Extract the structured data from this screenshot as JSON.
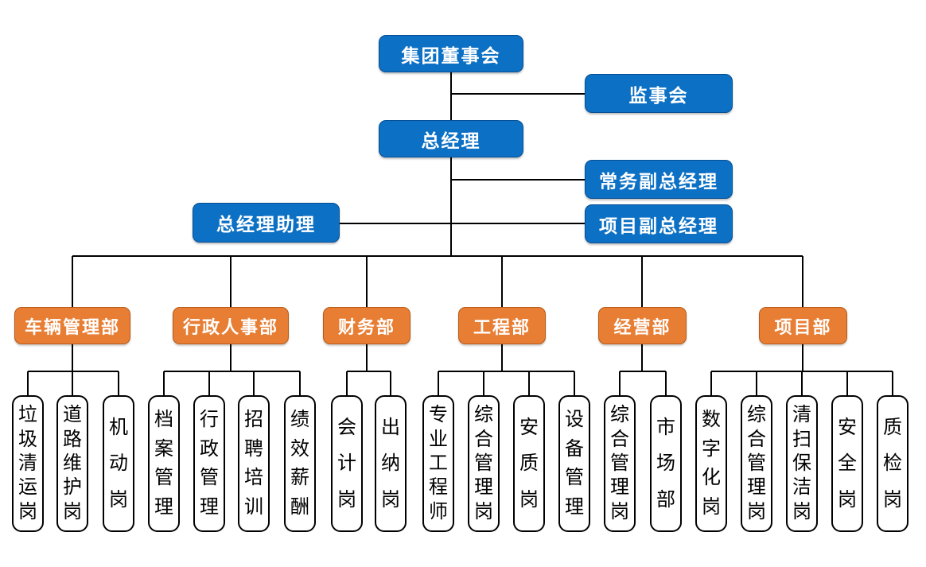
{
  "org": {
    "board": "集团董事会",
    "supervisory_board": "监事会",
    "general_manager": "总经理",
    "executive_deputy_gm": "常务副总经理",
    "gm_assistant": "总经理助理",
    "project_deputy_gm": "项目副总经理",
    "departments": [
      {
        "label": "车辆管理部",
        "children": [
          "垃圾清运岗",
          "道路维护岗",
          "机动岗"
        ]
      },
      {
        "label": "行政人事部",
        "children": [
          "档案管理",
          "行政管理",
          "招聘培训",
          "绩效薪酬"
        ]
      },
      {
        "label": "财务部",
        "children": [
          "会计岗",
          "出纳岗"
        ]
      },
      {
        "label": "工程部",
        "children": [
          "专业工程师",
          "综合管理岗",
          "安质岗",
          "设备管理"
        ]
      },
      {
        "label": "经营部",
        "children": [
          "综合管理岗",
          "市场部"
        ]
      },
      {
        "label": "项目部",
        "children": [
          "数字化岗",
          "综合管理岗",
          "清扫保洁岗",
          "安全岗",
          "质检岗"
        ]
      }
    ]
  },
  "colors": {
    "executive_box": "#0C70C4",
    "department_box": "#E87E34",
    "connector": "#000000",
    "position_border": "#000000",
    "background": "#FFFFFF"
  }
}
